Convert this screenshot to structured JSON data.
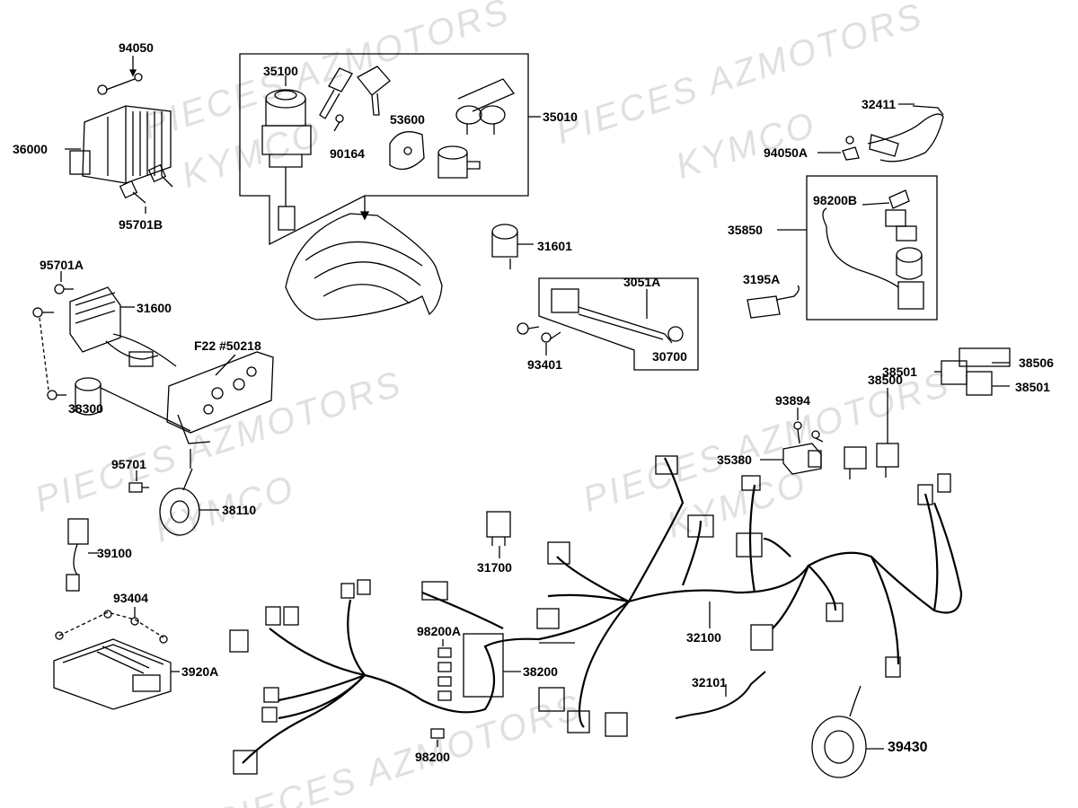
{
  "watermarks": {
    "brand_a": "PIECES AZMOTORS",
    "brand_b": "KYMCO"
  },
  "labels": {
    "p94050": "94050",
    "p36000": "36000",
    "p95701B": "95701B",
    "p35100": "35100",
    "p90164": "90164",
    "p53600": "53600",
    "p35010": "35010",
    "p32411": "32411",
    "p94050A": "94050A",
    "p98200B": "98200B",
    "p35850": "35850",
    "p31601": "31601",
    "p3195A": "3195A",
    "p95701A": "95701A",
    "p31600": "31600",
    "p3051A": "3051A",
    "pF22": "F22  #50218",
    "p93401": "93401",
    "p30700": "30700",
    "p38501a": "38501",
    "p38506": "38506",
    "p38501b": "38501",
    "p38300": "38300",
    "p93894": "93894",
    "p38500": "38500",
    "p95701": "95701",
    "p35380": "35380",
    "p38110": "38110",
    "p31700": "31700",
    "p39100": "39100",
    "p93404": "93404",
    "p32100": "32100",
    "p98200A": "98200A",
    "p3920A": "3920A",
    "p38200": "38200",
    "p32101": "32101",
    "p98200": "98200",
    "p39430": "39430"
  }
}
